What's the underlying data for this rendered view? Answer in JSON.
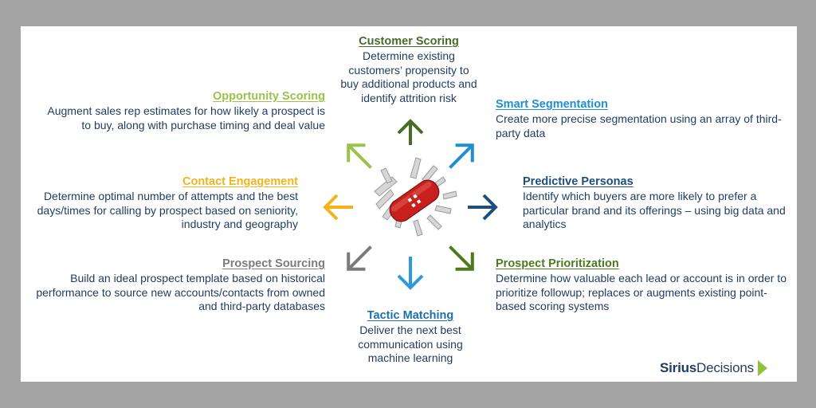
{
  "colors": {
    "customer": "#4a6a2a",
    "opportunity": "#9bc24a",
    "smart": "#1e8fd0",
    "contact": "#f4b21c",
    "predictive": "#1c4e7e",
    "sourcing": "#7b7b7b",
    "prioritization": "#4d7a1e",
    "tactic": "#2e9bd8",
    "body_text": "#1f3b5f",
    "logo_chevron": "#8fc23b"
  },
  "blocks": {
    "customer_scoring": {
      "title": "Customer Scoring",
      "desc": "Determine existing customers’ propensity to buy additional products and identify attrition risk"
    },
    "opportunity_scoring": {
      "title": "Opportunity Scoring",
      "desc": "Augment sales rep estimates for how likely a prospect is to buy, along with purchase timing and deal value"
    },
    "smart_segmentation": {
      "title": "Smart Segmentation",
      "desc": "Create more precise segmentation using an array of third-party data"
    },
    "contact_engagement": {
      "title": "Contact Engagement",
      "desc": "Determine optimal number of attempts and the best days/times for calling by prospect based on seniority, industry and geography"
    },
    "predictive_personas": {
      "title": "Predictive Personas",
      "desc": "Identify which buyers are more likely to prefer a particular brand and its offerings – using big data and analytics"
    },
    "prospect_sourcing": {
      "title": "Prospect Sourcing",
      "desc": "Build an ideal prospect template based on historical performance to source new accounts/contacts from owned and third-party databases"
    },
    "prospect_prioritization": {
      "title": "Prospect Prioritization",
      "desc": "Determine how valuable each lead or account is in order to prioritize followup; replaces or augments existing point-based scoring systems"
    },
    "tactic_matching": {
      "title": "Tactic Matching",
      "desc": "Deliver the next best communication using machine learning"
    }
  },
  "logo": {
    "part1": "Sirius",
    "part2": "Decisions"
  },
  "icons": {
    "center": "swiss-army-knife-icon",
    "arrows": [
      "arrow-up-icon",
      "arrow-up-right-icon",
      "arrow-right-icon",
      "arrow-down-right-icon",
      "arrow-down-icon",
      "arrow-down-left-icon",
      "arrow-left-icon",
      "arrow-up-left-icon"
    ]
  }
}
